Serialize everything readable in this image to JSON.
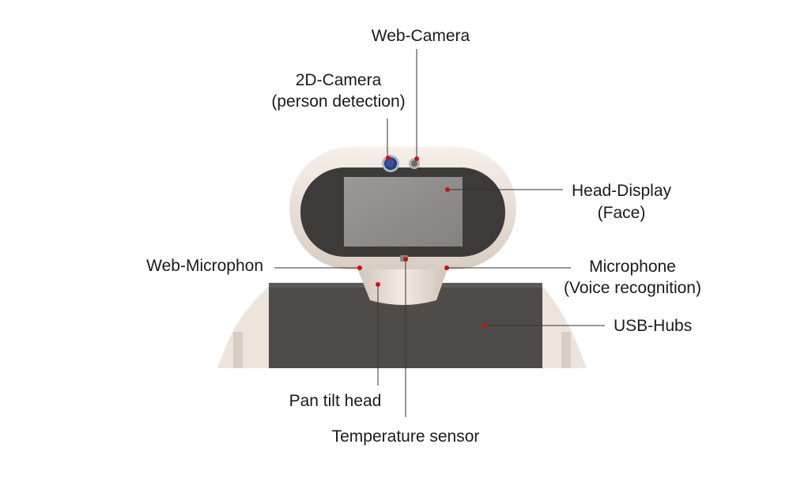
{
  "labels": {
    "web_camera": "Web-Camera",
    "camera_2d_line1": "2D-Camera",
    "camera_2d_line2": "(person detection)",
    "head_display_line1": "Head-Display",
    "head_display_line2": "(Face)",
    "web_microphon": "Web-Microphon",
    "microphone_line1": "Microphone",
    "microphone_line2": "(Voice recognition)",
    "usb_hubs": "USB-Hubs",
    "pan_tilt_head": "Pan tilt head",
    "temperature_sensor": "Temperature sensor"
  },
  "colors": {
    "marker": "#cc1111",
    "leader_line": "#333333",
    "head_shell": "#efe6df",
    "head_face": "#3d3b3a",
    "screen": "#8d8c8b",
    "torso": "#4e4c4b",
    "camera_lens": "#2a5ab8"
  }
}
